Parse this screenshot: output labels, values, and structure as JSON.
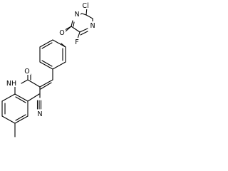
{
  "molecule": {
    "atoms": {
      "cl": "Cl",
      "n_top": "N",
      "n_right": "N",
      "o_ether": "O",
      "f": "F",
      "o_carbonyl": "O",
      "nh": "NH",
      "n_nitrile": "N"
    },
    "colors": {
      "bond": "#000000",
      "label": "#000000",
      "background": "#ffffff"
    }
  }
}
